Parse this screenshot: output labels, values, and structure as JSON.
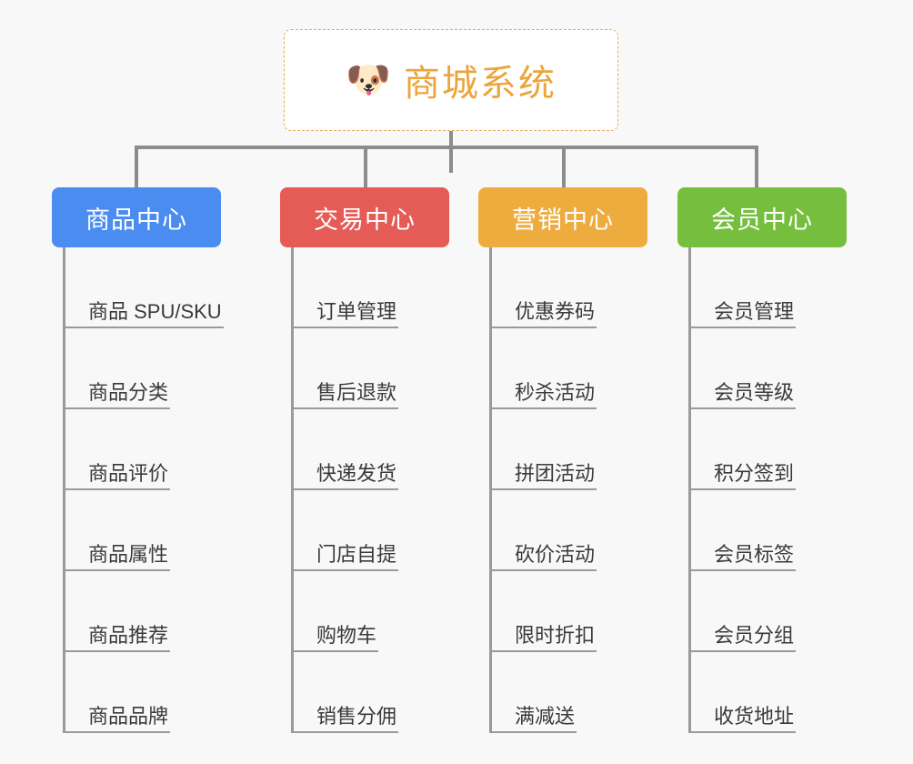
{
  "root": {
    "icon": "shiba-dog-emoji",
    "icon_glyph": "🐶",
    "title": "商城系统",
    "title_color": "#eba53c",
    "border_color": "#e8ab54",
    "background": "#ffffff"
  },
  "canvas": {
    "background": "#f8f8f8",
    "connector_color": "#8c8c8c",
    "spine_color": "#9a9a9a"
  },
  "branches": [
    {
      "label": "商品中心",
      "color": "#4a8cf0",
      "items": [
        "商品 SPU/SKU",
        "商品分类",
        "商品评价",
        "商品属性",
        "商品推荐",
        "商品品牌"
      ]
    },
    {
      "label": "交易中心",
      "color": "#e55b56",
      "items": [
        "订单管理",
        "售后退款",
        "快递发货",
        "门店自提",
        "购物车",
        "销售分佣"
      ]
    },
    {
      "label": "营销中心",
      "color": "#eeac3e",
      "items": [
        "优惠券码",
        "秒杀活动",
        "拼团活动",
        "砍价活动",
        "限时折扣",
        "满减送"
      ]
    },
    {
      "label": "会员中心",
      "color": "#76bf3e",
      "items": [
        "会员管理",
        "会员等级",
        "积分签到",
        "会员标签",
        "会员分组",
        "收货地址"
      ]
    }
  ]
}
